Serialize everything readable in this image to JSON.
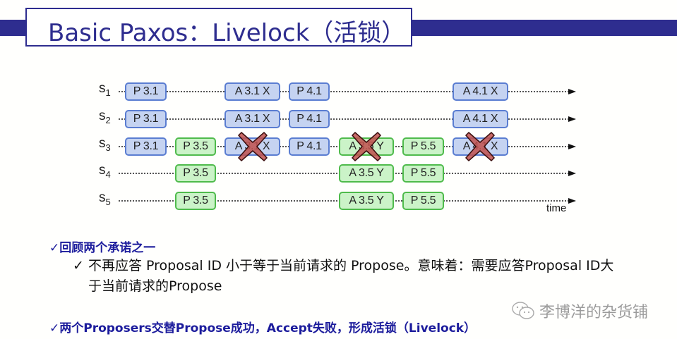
{
  "header": {
    "title": "Basic Paxos：Livelock（活锁）",
    "stripe_color": "#2e2d8f"
  },
  "diagram": {
    "rows": [
      {
        "label": "s",
        "sub": "1"
      },
      {
        "label": "s",
        "sub": "2"
      },
      {
        "label": "s",
        "sub": "3"
      },
      {
        "label": "s",
        "sub": "4"
      },
      {
        "label": "s",
        "sub": "5"
      }
    ],
    "boxes": {
      "p31": "P 3.1",
      "p35": "P 3.5",
      "a31x": "A 3.1 X",
      "p41": "P 4.1",
      "a35y": "A 3.5 Y",
      "p55": "P 5.5",
      "a41x": "A 4.1 X"
    },
    "colors": {
      "proposer1_fill": "#c5d3f1",
      "proposer1_border": "#5a7dd1",
      "proposer2_fill": "#cbf3c8",
      "proposer2_border": "#4fbb4c",
      "reject_cross": "#c0504d"
    },
    "time_label": "time"
  },
  "content": {
    "bullet1": "✓回顾两个承诺之一",
    "bullet1_sub_check": "✓",
    "bullet1_sub_line1": "不再应答 Proposal ID 小于等于当前请求的 Propose。意味着：需要应答Proposal ID大",
    "bullet1_sub_line2": "于当前请求的Propose",
    "bullet2": "✓两个Proposers交替Propose成功，Accept失败，形成活锁（Livelock）"
  },
  "watermark": {
    "icon": "wechat-icon",
    "text": "李博洋的杂货铺"
  }
}
